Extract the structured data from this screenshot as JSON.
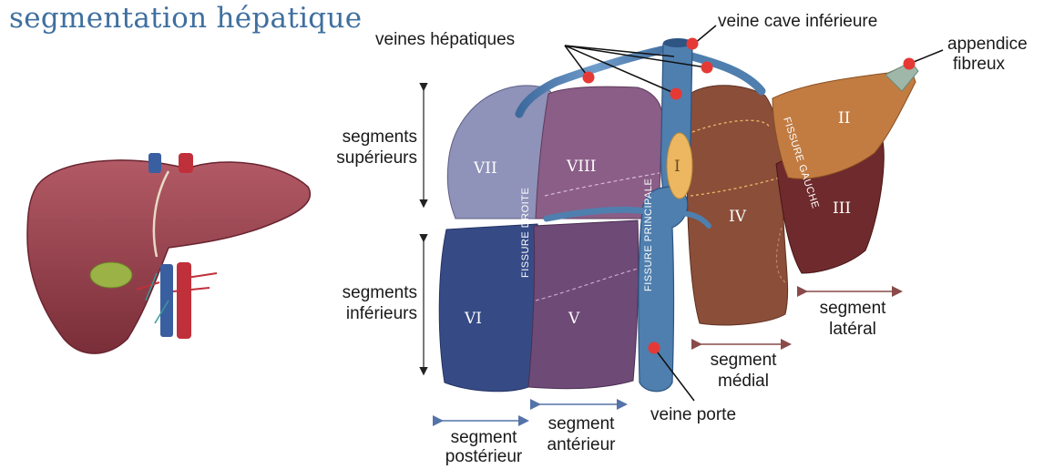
{
  "title": "segmentation hépatique",
  "labels": {
    "veines_hepatiques": "veines hépatiques",
    "veine_cave": "veine cave inférieure",
    "appendice_line1": "appendice",
    "appendice_line2": "fibreux",
    "seg_sup_line1": "segments",
    "seg_sup_line2": "supérieurs",
    "seg_inf_line1": "segments",
    "seg_inf_line2": "inférieurs",
    "seg_post_line1": "segment",
    "seg_post_line2": "postérieur",
    "seg_ant_line1": "segment",
    "seg_ant_line2": "antérieur",
    "veine_porte": "veine porte",
    "seg_medial_line1": "segment",
    "seg_medial_line2": "médial",
    "seg_lateral_line1": "segment",
    "seg_lateral_line2": "latéral"
  },
  "segments": {
    "I": "I",
    "II": "II",
    "III": "III",
    "IV": "IV",
    "V": "V",
    "VI": "VI",
    "VII": "VII",
    "VIII": "VIII"
  },
  "fissures": {
    "droite": "FISSURE DROITE",
    "principale": "FISSURE PRINCIPALE",
    "gauche": "FISSURE GAUCHE"
  },
  "colors": {
    "title": "#3f6f9f",
    "marker": "#e53935",
    "vein": "#4f7fae",
    "seg_VII": "#8f92b9",
    "seg_VIII": "#8a5e87",
    "seg_VI": "#364b86",
    "seg_V": "#6e4a76",
    "seg_IV": "#8a4e39",
    "seg_II": "#c27c42",
    "seg_III": "#6e2a2c",
    "seg_I": "#ecb760",
    "liver": "#8e3b45"
  }
}
